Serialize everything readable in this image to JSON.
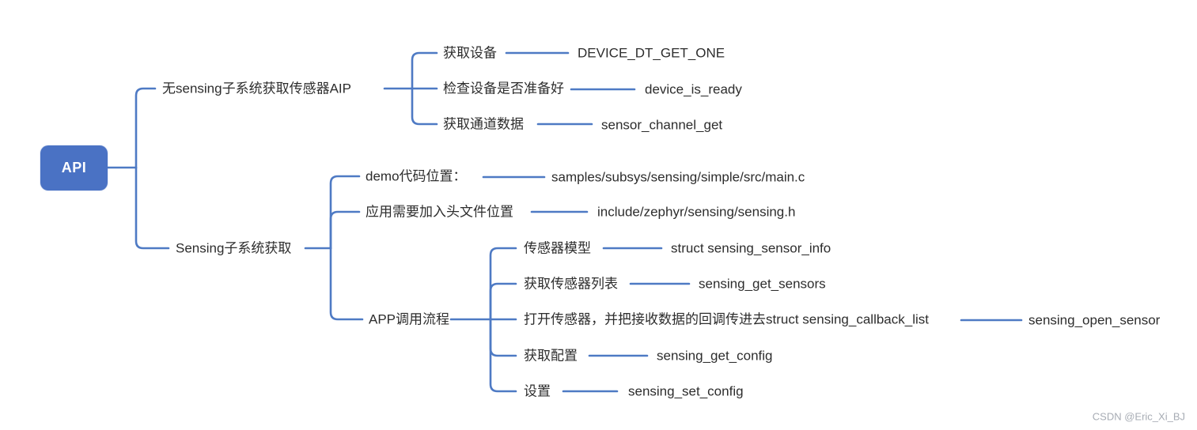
{
  "root": {
    "label": "API"
  },
  "branches": [
    {
      "label": "无sensing子系统获取传感器AIP",
      "children": [
        {
          "label": "获取设备",
          "value": "DEVICE_DT_GET_ONE"
        },
        {
          "label": "检查设备是否准备好",
          "value": "device_is_ready"
        },
        {
          "label": "获取通道数据",
          "value": "sensor_channel_get"
        }
      ]
    },
    {
      "label": "Sensing子系统获取",
      "children": [
        {
          "label": "demo代码位置：",
          "value": "samples/subsys/sensing/simple/src/main.c"
        },
        {
          "label": "应用需要加入头文件位置",
          "value": "include/zephyr/sensing/sensing.h"
        },
        {
          "label": "APP调用流程",
          "children": [
            {
              "label": "传感器模型",
              "value": "struct sensing_sensor_info"
            },
            {
              "label": "获取传感器列表",
              "value": "sensing_get_sensors"
            },
            {
              "label": "打开传感器，并把接收数据的回调传进去struct sensing_callback_list",
              "value": "sensing_open_sensor"
            },
            {
              "label": "获取配置",
              "value": "sensing_get_config"
            },
            {
              "label": "设置",
              "value": "sensing_set_config"
            }
          ]
        }
      ]
    }
  ],
  "watermark": {
    "text": "CSDN @Eric_Xi_BJ"
  },
  "colors": {
    "node_fill": "#4a72c4",
    "node_text": "#ffffff",
    "connector": "#4e7ac4",
    "text": "#2d2d2d",
    "watermark": "#a7acb4"
  }
}
